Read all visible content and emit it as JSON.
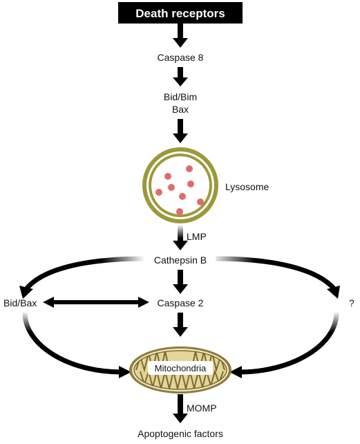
{
  "header": {
    "title": "Death receptors",
    "title_bg": "#000000"
  },
  "nodes": {
    "caspase8": "Caspase 8",
    "bid_bim": "Bid/Bim",
    "bax": "Bax",
    "lysosome": "Lysosome",
    "lmp": "LMP",
    "cathepsin_b": "Cathepsin B",
    "bid_bax": "Bid/Bax",
    "caspase2": "Caspase 2",
    "unknown": "?",
    "mitochondria": "Mitochondria",
    "momp": "MOMP",
    "apoptogenic": "Apoptogenic factors"
  },
  "colors": {
    "arrow": "#000000",
    "lysosome_ring": "#9a9a3c",
    "lysosome_inner": "#e6e2b8",
    "particle": "#e46a6a",
    "mito_outer": "#8e7c3a",
    "mito_fill": "#e2d49a"
  },
  "icons": [
    "down-arrow-icon",
    "double-arrow-icon",
    "curved-arrow-icon",
    "lysosome-icon",
    "mitochondria-icon"
  ]
}
